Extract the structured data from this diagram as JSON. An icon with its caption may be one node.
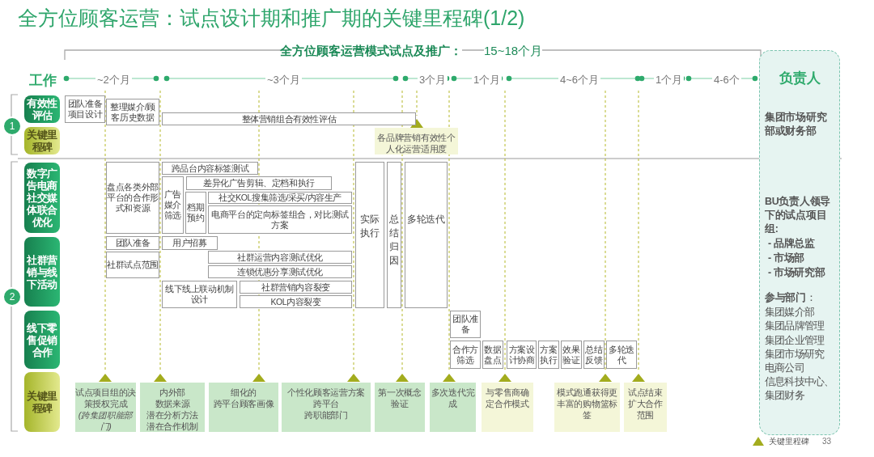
{
  "diagram": {
    "title": "全方位顾客运营：试点设计期和推广期的关键里程碑(1/2)",
    "nodes": [
      {
        "text": [
          "有效性评估"
        ]
      },
      {
        "text": [
          "关键里程碑"
        ]
      },
      {
        "text": [
          "1"
        ]
      },
      {
        "text": [
          "团队准备项目设计"
        ]
      },
      {
        "text": [
          "整理媒介/顾客历史数据"
        ]
      },
      {
        "text": [
          "整体营销组合有效性评估"
        ]
      },
      {
        "text": [
          "各品牌营销有效性个人化运营适用度"
        ]
      },
      {
        "text": [
          "数字广告电商社交媒体联合优化"
        ]
      },
      {
        "text": [
          "2"
        ]
      },
      {
        "text": [
          "盘点各类外部平台的合作形式和资源"
        ]
      },
      {
        "text": [
          "跨品台内容标签测试"
        ]
      },
      {
        "text": [
          "广告媒介筛选"
        ]
      },
      {
        "text": [
          "差异化广告剪辑、定档和执行"
        ]
      },
      {
        "text": [
          "档期预约"
        ]
      },
      {
        "text": [
          "社交KOL搜集筛选/采买/内容生产"
        ]
      },
      {
        "text": [
          "电商平台的定向标签组合，对比测试方案"
        ]
      },
      {
        "text": [
          "实际执行"
        ]
      },
      {
        "text": [
          "总结归因"
        ]
      },
      {
        "text": [
          "多轮迭代"
        ]
      },
      {
        "text": [
          "社群营销与线下活动"
        ]
      },
      {
        "text": [
          "团队准备"
        ]
      },
      {
        "text": [
          "用户招募"
        ]
      },
      {
        "text": [
          "社群试点范围"
        ]
      },
      {
        "text": [
          "社群运营内容测试优化"
        ]
      },
      {
        "text": [
          "连锁优惠分享测试优化"
        ]
      },
      {
        "text": [
          "线下线上联动机制设计"
        ]
      },
      {
        "text": [
          "社群营销内容裂变"
        ]
      },
      {
        "text": [
          "KOL内容裂变"
        ]
      },
      {
        "text": [
          "线下零售促销合作"
        ]
      },
      {
        "text": [
          "团队准备"
        ]
      },
      {
        "text": [
          "合作方筛选"
        ]
      },
      {
        "text": [
          "数据盘点"
        ]
      },
      {
        "text": [
          "方案设计协商"
        ]
      },
      {
        "text": [
          "方案执行"
        ]
      },
      {
        "text": [
          "效果验证"
        ]
      },
      {
        "text": [
          "总结反馈"
        ]
      },
      {
        "text": [
          "多轮迭代"
        ]
      },
      {
        "text": [
          "关键里程碑"
        ]
      },
      {
        "text": [
          "试点项目组的决策授权完成",
          "(跨集团职能部门)"
        ]
      },
      {
        "text": [
          "内外部",
          "数据来源",
          "潜在分析方法",
          "潜在合作机制"
        ]
      },
      {
        "text": [
          "细化的",
          "跨平台顾客画像"
        ]
      },
      {
        "text": [
          "个性化顾客运营方案",
          "跨平台",
          "跨职能部门"
        ]
      },
      {
        "text": [
          "第一次概念验证"
        ]
      },
      {
        "text": [
          "多次迭代完成"
        ]
      },
      {
        "text": [
          "与零售商确定合作模式"
        ]
      },
      {
        "text": [
          "模式跑通获得更丰富的购物篮标签"
        ]
      },
      {
        "text": [
          "试点结束扩大合作范围"
        ]
      },
      {
        "text": [
          "负责人",
          "集团市场研究部或财务部",
          "BU负责人领导下的试点项目组:",
          "- 品牌总监",
          "- 市场部",
          "- 市场研究部",
          "**参与部门**：",
          "集团媒介部",
          "集团品牌管理",
          "集团企业管理",
          "集团市场研究",
          "电商公司",
          "信息科技中心、",
          "集团财务"
        ]
      }
    ],
    "labels": [
      "全方位顾客运营模式试点及推广：",
      "15~18个月",
      "工作",
      "~2个月",
      "~3个月",
      "3个月",
      "1个月",
      "4~6个月",
      "1个月",
      "4-6个",
      "33"
    ],
    "legend": [
      {
        "text": "关键里程碑"
      }
    ]
  }
}
